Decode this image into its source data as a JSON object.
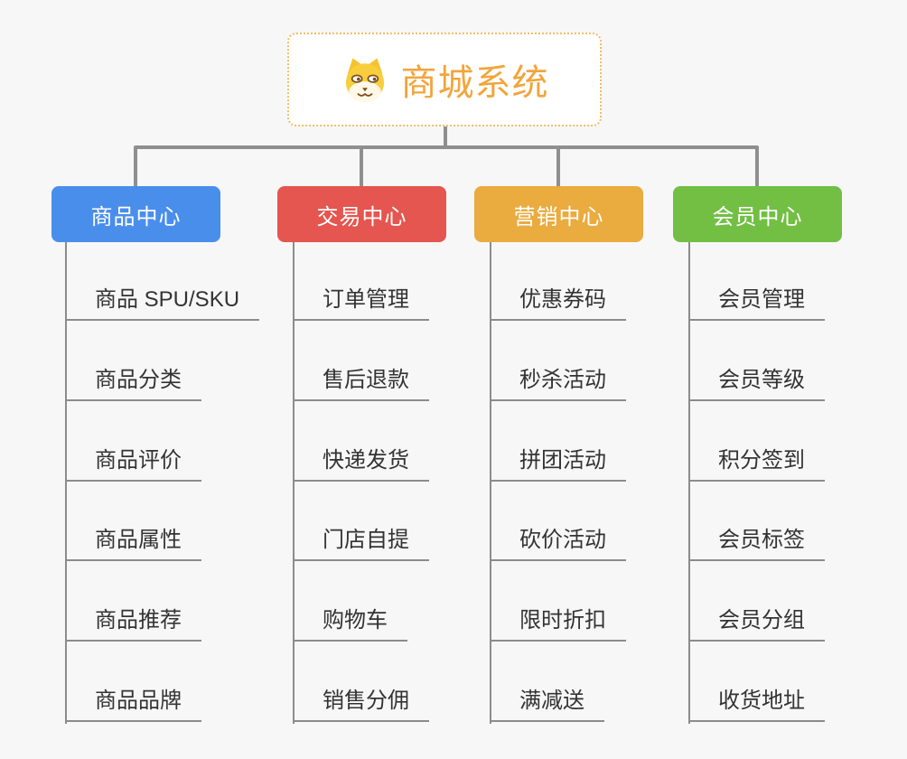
{
  "canvas": {
    "background": "#f7f7f7"
  },
  "root": {
    "label": "商城系统",
    "icon": "dog-face-icon",
    "text_color": "#F2A53C",
    "border_color": "#F1BD66",
    "background": "#ffffff"
  },
  "connector_color": "#8F8F8F",
  "underline_color": "#8C8C8C",
  "leaf_text_color": "#333333",
  "branches": [
    {
      "label": "商品中心",
      "color": "#4A8EEC",
      "items": [
        "商品 SPU/SKU",
        "商品分类",
        "商品评价",
        "商品属性",
        "商品推荐",
        "商品品牌"
      ]
    },
    {
      "label": "交易中心",
      "color": "#E4564F",
      "items": [
        "订单管理",
        "售后退款",
        "快递发货",
        "门店自提",
        "购物车",
        "销售分佣"
      ]
    },
    {
      "label": "营销中心",
      "color": "#EAAB3F",
      "items": [
        "优惠券码",
        "秒杀活动",
        "拼团活动",
        "砍价活动",
        "限时折扣",
        "满减送"
      ]
    },
    {
      "label": "会员中心",
      "color": "#72BF44",
      "items": [
        "会员管理",
        "会员等级",
        "积分签到",
        "会员标签",
        "会员分组",
        "收货地址"
      ]
    }
  ]
}
